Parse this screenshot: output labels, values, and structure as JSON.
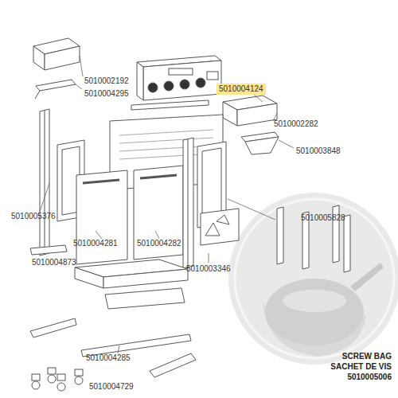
{
  "diagram": {
    "nodes": [
      {
        "text": [
          "5010004124"
        ]
      }
    ],
    "labels": [
      "5010002192",
      "5010004295",
      "5010002282",
      "5010003848",
      "5010005828",
      "5010005376",
      "5010004281",
      "5010004282",
      "5010004873",
      "5010003346",
      "5010004285",
      "5010004729",
      "SCREW BAG",
      "SACHET DE VIS",
      "5010005006"
    ]
  }
}
